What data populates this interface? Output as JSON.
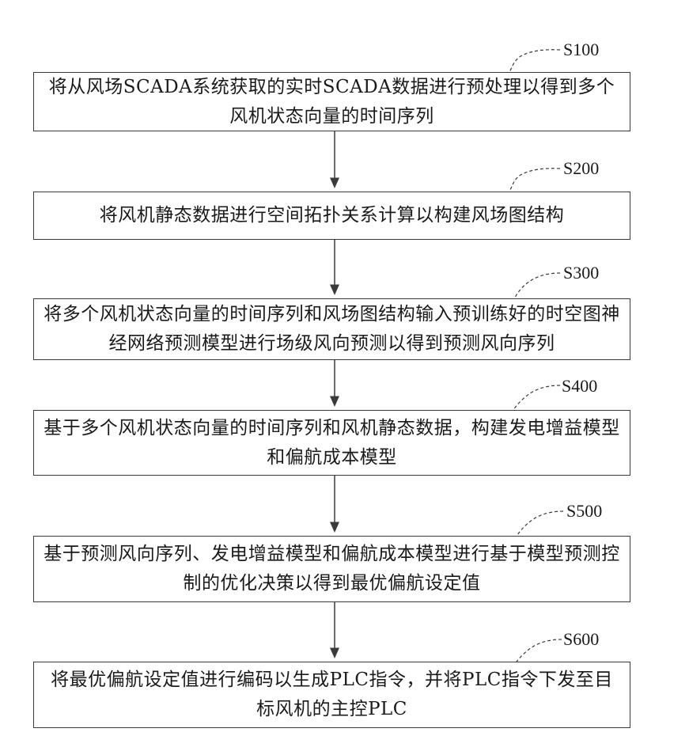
{
  "steps": [
    {
      "id": "S100",
      "text": "将从风场SCADA系统获取的实时SCADA数据进行预处理以得到多个风机状态向量的时间序列"
    },
    {
      "id": "S200",
      "text": "将风机静态数据进行空间拓扑关系计算以构建风场图结构"
    },
    {
      "id": "S300",
      "text": "将多个风机状态向量的时间序列和风场图结构输入预训练好的时空图神经网络预测模型进行场级风向预测以得到预测风向序列"
    },
    {
      "id": "S400",
      "text": "基于多个风机状态向量的时间序列和风机静态数据，构建发电增益模型和偏航成本模型"
    },
    {
      "id": "S500",
      "text": "基于预测风向序列、发电增益模型和偏航成本模型进行基于模型预测控制的优化决策以得到最优偏航设定值"
    },
    {
      "id": "S600",
      "text": "将最优偏航设定值进行编码以生成PLC指令，并将PLC指令下发至目标风机的主控PLC"
    }
  ],
  "colors": {
    "line": "#3a3a3a",
    "text": "#1a1a1a",
    "background": "#ffffff"
  }
}
